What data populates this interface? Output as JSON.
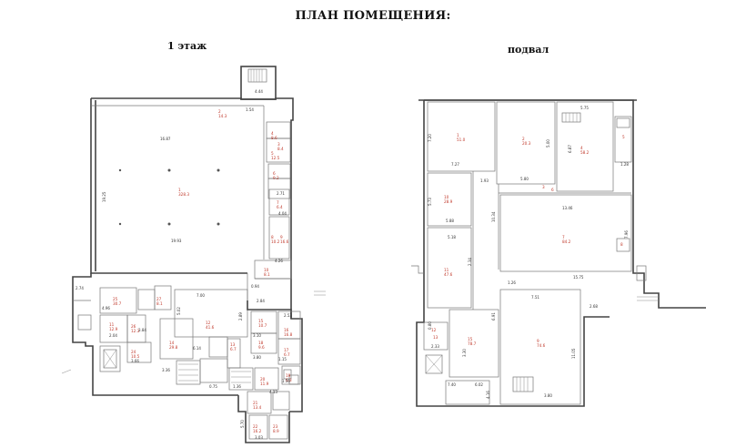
{
  "title": "ПЛАН ПОМЕЩЕНИЯ:",
  "floor1": {
    "label": "1 этаж",
    "rooms": [
      {
        "n": "1",
        "a": "328.3"
      },
      {
        "n": "2",
        "a": "14.3"
      },
      {
        "n": "3",
        "a": "8.4"
      },
      {
        "n": "4",
        "a": "8.6"
      },
      {
        "n": "5",
        "a": "12.5"
      },
      {
        "n": "6",
        "a": "9.2"
      },
      {
        "n": "7",
        "a": "6.4"
      },
      {
        "n": "8",
        "a": "10.2"
      },
      {
        "n": "9",
        "a": "16.6"
      },
      {
        "n": "10",
        "a": "8.1"
      },
      {
        "n": "11",
        "a": "12.9"
      },
      {
        "n": "12",
        "a": "41.6"
      },
      {
        "n": "13",
        "a": "6.7"
      },
      {
        "n": "14",
        "a": "29.8"
      },
      {
        "n": "15",
        "a": "10.7"
      },
      {
        "n": "16",
        "a": "16.8"
      },
      {
        "n": "17",
        "a": "6.7"
      },
      {
        "n": "18",
        "a": "9.6"
      },
      {
        "n": "19",
        "a": "6.3"
      },
      {
        "n": "20",
        "a": "11.9"
      },
      {
        "n": "21",
        "a": "13.4"
      },
      {
        "n": "22",
        "a": "16.2"
      },
      {
        "n": "23",
        "a": "8.9"
      },
      {
        "n": "24",
        "a": "10.5"
      },
      {
        "n": "25",
        "a": "30.7"
      },
      {
        "n": "26",
        "a": "12.3"
      },
      {
        "n": "27",
        "a": "8.1"
      }
    ],
    "dims": [
      "16.87",
      "19.25",
      "19.93",
      "2.71",
      "4.04",
      "4.26",
      "4.44",
      "2.84",
      "1.54",
      "0.94",
      "5.02",
      "7.00",
      "2.89",
      "4.96",
      "6.14",
      "3.84",
      "3.36",
      "2.74",
      "3.10",
      "3.80",
      "4.13",
      "5.70",
      "3.03",
      "2.53",
      "2.04",
      "3.66",
      "0.75",
      "1.36",
      "1.15",
      "1.50"
    ]
  },
  "basement": {
    "label": "подвал",
    "rooms": [
      {
        "n": "1",
        "a": "51.0"
      },
      {
        "n": "2",
        "a": "20.3"
      },
      {
        "n": "3",
        "a": ""
      },
      {
        "n": "4",
        "a": "58.2"
      },
      {
        "n": "5",
        "a": ""
      },
      {
        "n": "6",
        "a": ""
      },
      {
        "n": "7",
        "a": "84.2"
      },
      {
        "n": "8",
        "a": ""
      },
      {
        "n": "9",
        "a": "74.6"
      },
      {
        "n": "10",
        "a": "28.9"
      },
      {
        "n": "11",
        "a": "47.6"
      },
      {
        "n": "12",
        "a": ""
      },
      {
        "n": "13",
        "a": ""
      },
      {
        "n": "15",
        "a": "78.7"
      }
    ],
    "dims": [
      "7.20",
      "7.27",
      "5.80",
      "5.75",
      "6.87",
      "1.28",
      "5.00",
      "1.93",
      "10.34",
      "5.73",
      "5.88",
      "5.18",
      "2.34",
      "13.46",
      "7.96",
      "15.75",
      "1.26",
      "7.51",
      "2.68",
      "6.91",
      "11.05",
      "0.80",
      "2.33",
      "3.30",
      "7.40",
      "4.16",
      "3.80",
      "6.02"
    ]
  }
}
